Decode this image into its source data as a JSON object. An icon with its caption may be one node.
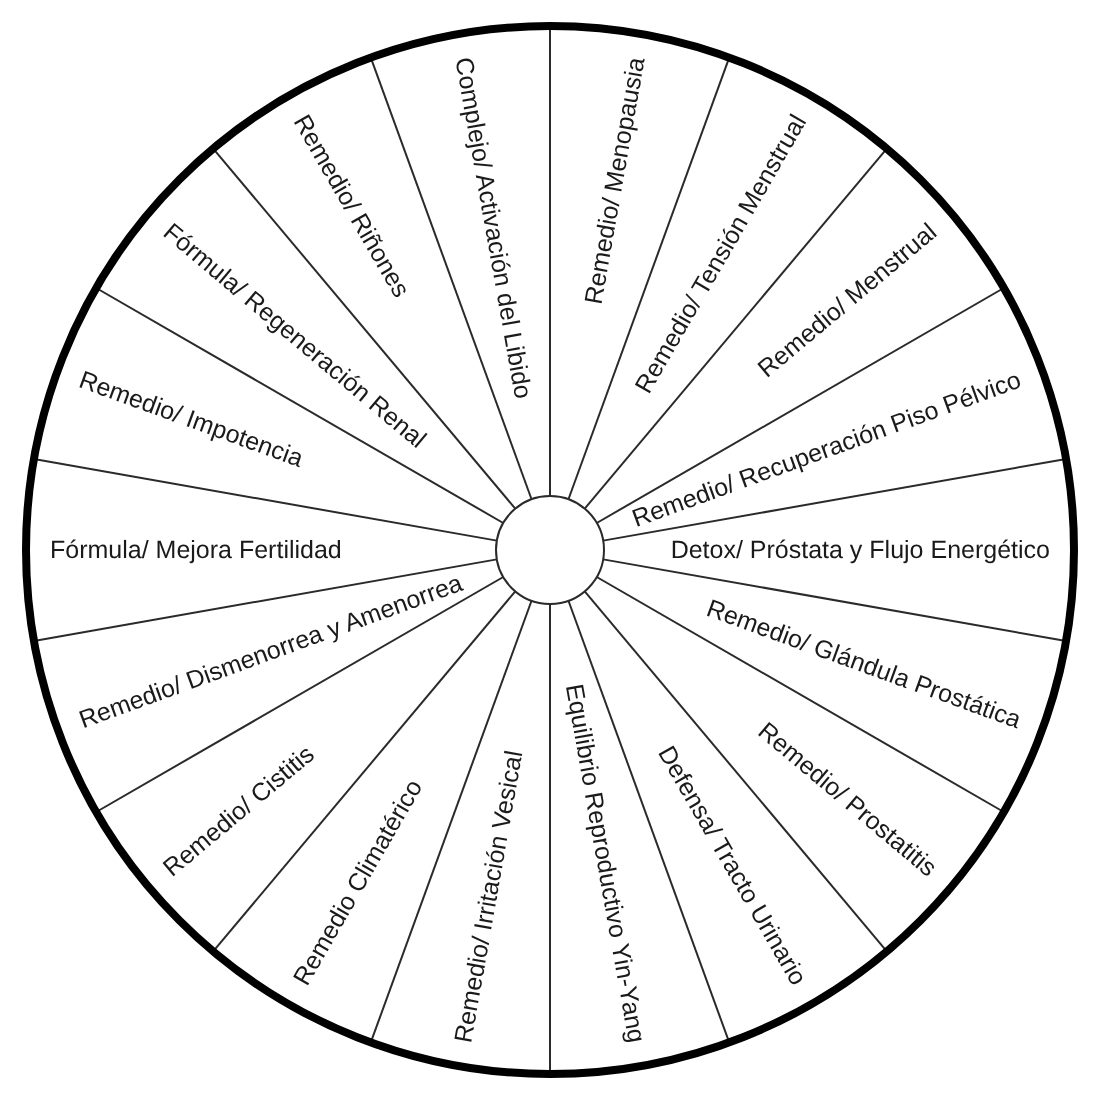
{
  "diagram": {
    "nodes": [
      {
        "text": [
          "Remedio/ Menopausia"
        ]
      },
      {
        "text": [
          "Remedio/ Tensión Menstrual"
        ]
      },
      {
        "text": [
          "Remedio/ Menstrual"
        ]
      },
      {
        "text": [
          "Remedio/ Recuperación Piso Pélvico"
        ]
      },
      {
        "text": [
          "Detox/ Próstata y Flujo Energético"
        ]
      },
      {
        "text": [
          "Remedio/ Glándula Prostática"
        ]
      },
      {
        "text": [
          "Remedio/ Prostatitis"
        ]
      },
      {
        "text": [
          "Defensa/ Tracto Urinario"
        ]
      },
      {
        "text": [
          "Equilibrio Reproductivo Yin-Yang"
        ]
      },
      {
        "text": [
          "Remedio/ Irritación Vesical"
        ]
      },
      {
        "text": [
          "Remedio Climatérico"
        ]
      },
      {
        "text": [
          "Remedio/ Cistitis"
        ]
      },
      {
        "text": [
          "Remedio/ Dismenorrea y Amenorrea"
        ]
      },
      {
        "text": [
          "Fórmula/ Mejora Fertilidad"
        ]
      },
      {
        "text": [
          "Remedio/ Impotencia"
        ]
      },
      {
        "text": [
          "Fórmula/ Regeneración Renal"
        ]
      },
      {
        "text": [
          "Remedio/ Riñones"
        ]
      },
      {
        "text": [
          "Complejo/ Activación del Libido"
        ]
      }
    ]
  }
}
